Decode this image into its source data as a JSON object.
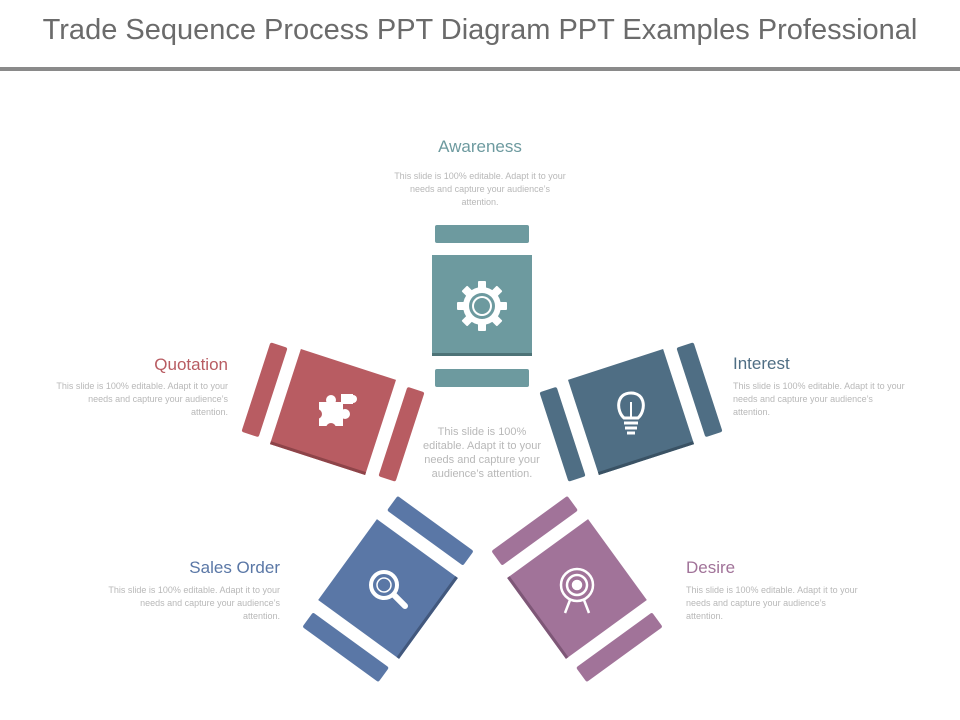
{
  "title": "Trade Sequence Process PPT Diagram PPT Examples Professional",
  "center_text": "This slide is 100% editable. Adapt it to your needs and capture your audience’s attention.",
  "steps": [
    {
      "label": "Awareness",
      "text": "This slide is 100% editable. Adapt it to your needs and capture your audience’s attention.",
      "color": "#6d9a9f",
      "icon": "gear-icon"
    },
    {
      "label": "Interest",
      "text": "This slide is 100% editable. Adapt it to your needs and capture your audience’s attention.",
      "color": "#4f6e84",
      "icon": "lightbulb-icon"
    },
    {
      "label": "Desire",
      "text": "This slide is 100% editable. Adapt it to your needs and capture your audience’s attention.",
      "color": "#a17399",
      "icon": "target-icon"
    },
    {
      "label": "Sales Order",
      "text": "This slide is 100% editable. Adapt it to your needs and capture your audience’s attention.",
      "color": "#5a77a6",
      "icon": "magnifier-icon"
    },
    {
      "label": "Quotation",
      "text": "This slide is 100% editable. Adapt it to your needs and capture your audience’s attention.",
      "color": "#b85c62",
      "icon": "puzzle-icon"
    }
  ]
}
